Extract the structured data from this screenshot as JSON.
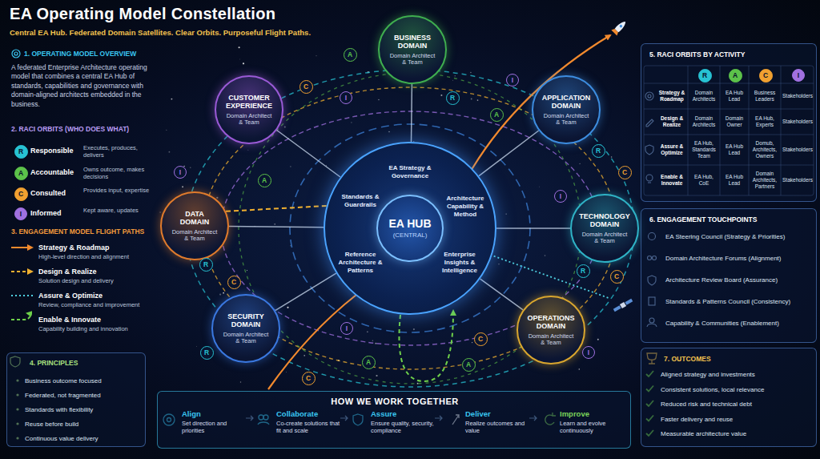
{
  "diagram": {
    "title": "EA Operating Model Constellation",
    "caption": "Central EA Hub. Federated Domain Satellites. Clear Orbits. Purposeful Flight Paths.",
    "nodes": [
      {
        "text": [
          "R"
        ]
      },
      {
        "text": [
          "A"
        ]
      },
      {
        "text": [
          "C"
        ]
      },
      {
        "text": [
          "I"
        ]
      },
      {
        "text": [
          "4. PRINCIPLES",
          "Business outcome focused",
          "Federated, not fragmented",
          "Standards with flexibility",
          "Reuse before build",
          "Continuous value delivery"
        ]
      },
      {
        "text": [
          "EA Strategy & Governance",
          "Standards & Guardrails",
          "Architecture Capability & Method",
          "Reference Architecture & Patterns",
          "Enterprise Insights & Intelligence"
        ]
      },
      {
        "text": [
          "EA HUB",
          "(CENTRAL)"
        ],
        "in": 5
      },
      {
        "text": [
          "BUSINESS DOMAIN",
          "Domain Architect & Team"
        ]
      },
      {
        "text": [
          "APPLICATION DOMAIN",
          "Domain Architect & Team"
        ]
      },
      {
        "text": [
          "TECHNOLOGY DOMAIN",
          "Domain Architect & Team"
        ]
      },
      {
        "text": [
          "OPERATIONS DOMAIN",
          "Domain Architect & Team"
        ]
      },
      {
        "text": [
          "SECURITY DOMAIN",
          "Domain Architect & Team"
        ]
      },
      {
        "text": [
          "DATA DOMAIN",
          "Domain Architect & Team"
        ]
      },
      {
        "text": [
          "CUSTOMER EXPERIENCE",
          "Domain Architect & Team"
        ]
      },
      {
        "text": [
          "A"
        ]
      },
      {
        "text": [
          "C"
        ]
      },
      {
        "text": [
          "I"
        ]
      },
      {
        "text": [
          "R"
        ]
      },
      {
        "text": [
          "A"
        ]
      },
      {
        "text": [
          "I"
        ]
      },
      {
        "text": [
          "R"
        ]
      },
      {
        "text": [
          "C"
        ]
      },
      {
        "text": [
          "I"
        ]
      },
      {
        "text": [
          "R"
        ]
      },
      {
        "text": [
          "C"
        ]
      },
      {
        "text": [
          "I"
        ]
      },
      {
        "text": [
          "C"
        ]
      },
      {
        "text": [
          "A"
        ]
      },
      {
        "text": [
          "A"
        ]
      },
      {
        "text": [
          "I"
        ]
      },
      {
        "text": [
          "C"
        ]
      },
      {
        "text": [
          "R"
        ]
      },
      {
        "text": [
          "R"
        ]
      },
      {
        "text": [
          "C"
        ]
      },
      {
        "text": [
          "A"
        ]
      },
      {
        "text": [
          "I"
        ]
      },
      {
        "text": [
          "5. RACI ORBITS BY ACTIVITY"
        ]
      },
      {
        "text": [
          "R"
        ],
        "in": 36
      },
      {
        "text": [
          "A"
        ],
        "in": 36
      },
      {
        "text": [
          "C"
        ],
        "in": 36
      },
      {
        "text": [
          "I"
        ],
        "in": 36
      },
      {
        "text": [
          "6. ENGAGEMENT TOUCHPOINTS",
          "EA Steering Council (Strategy & Priorities)",
          "Domain Architecture Forums (Alignment)",
          "Architecture Review Board (Assurance)",
          "Standards & Patterns Council (Consistency)",
          "Capability & Communities (Enablement)"
        ]
      },
      {
        "text": [
          "7. OUTCOMES",
          "Aligned strategy and investments",
          "Consistent solutions, local relevance",
          "Reduced risk and technical debt",
          "Faster delivery and reuse",
          "Measurable architecture value"
        ]
      },
      {
        "text": [
          "HOW WE WORK TOGETHER",
          "Align",
          "Set direction and priorities",
          "Collaborate",
          "Co-create solutions that fit and scale",
          "Assure",
          "Ensure quality, security, compliance",
          "Deliver",
          "Realize outcomes and value",
          "Improve",
          "Learn and evolve continuously"
        ]
      }
    ],
    "edges": [
      {
        "from": 5,
        "to": 7,
        "arrow": "none"
      },
      {
        "from": 5,
        "to": 8,
        "arrow": "none"
      },
      {
        "from": 5,
        "to": 9,
        "arrow": "none"
      },
      {
        "from": 5,
        "to": 10,
        "arrow": "none"
      },
      {
        "from": 5,
        "to": 11,
        "arrow": "none"
      },
      {
        "from": 5,
        "to": 12,
        "arrow": "none"
      },
      {
        "from": 5,
        "to": 13,
        "arrow": "none"
      },
      {
        "from": 12,
        "to": 5,
        "arrow": "none"
      }
    ],
    "labels": [
      "1. OPERATING MODEL OVERVIEW",
      "A federated Enterprise Architecture operating model that combines a central EA Hub of standards, capabilities and governance with domain-aligned architects embedded in the business.",
      "2. RACI ORBITS (WHO DOES WHAT)",
      "Responsible",
      "Executes, produces, delivers",
      "Accountable",
      "Owns outcome, makes decisions",
      "Consulted",
      "Provides input, expertise",
      "Informed",
      "Kept aware, updates",
      "3. ENGAGEMENT MODEL FLIGHT PATHS",
      "High-level direction and alignment",
      "Solution design and delivery",
      "Review, compliance and improvement",
      "Capability building and innovation",
      "Strategy & Roadmap",
      "Domain Architects",
      "EA Hub Lead",
      "Business Leaders",
      "Stakeholders",
      "Design & Realize",
      "Domain Architects",
      "Domain Owner",
      "EA Hub, Experts",
      "Stakeholders",
      "Assure & Optimize",
      "EA Hub, Standards Team",
      "EA Hub Lead",
      "Domub, Architects, Owners",
      "Stakeholders",
      "Enable & Innovate",
      "EA Hub, CoE",
      "EA Hub Lead",
      "Domain Architects, Partners",
      "Stakeholders"
    ],
    "legend": [
      {
        "text": "Strategy & Roadmap"
      },
      {
        "text": "Design & Realize"
      },
      {
        "text": "Assure & Optimize"
      },
      {
        "text": "Enable & Innovate"
      }
    ]
  }
}
